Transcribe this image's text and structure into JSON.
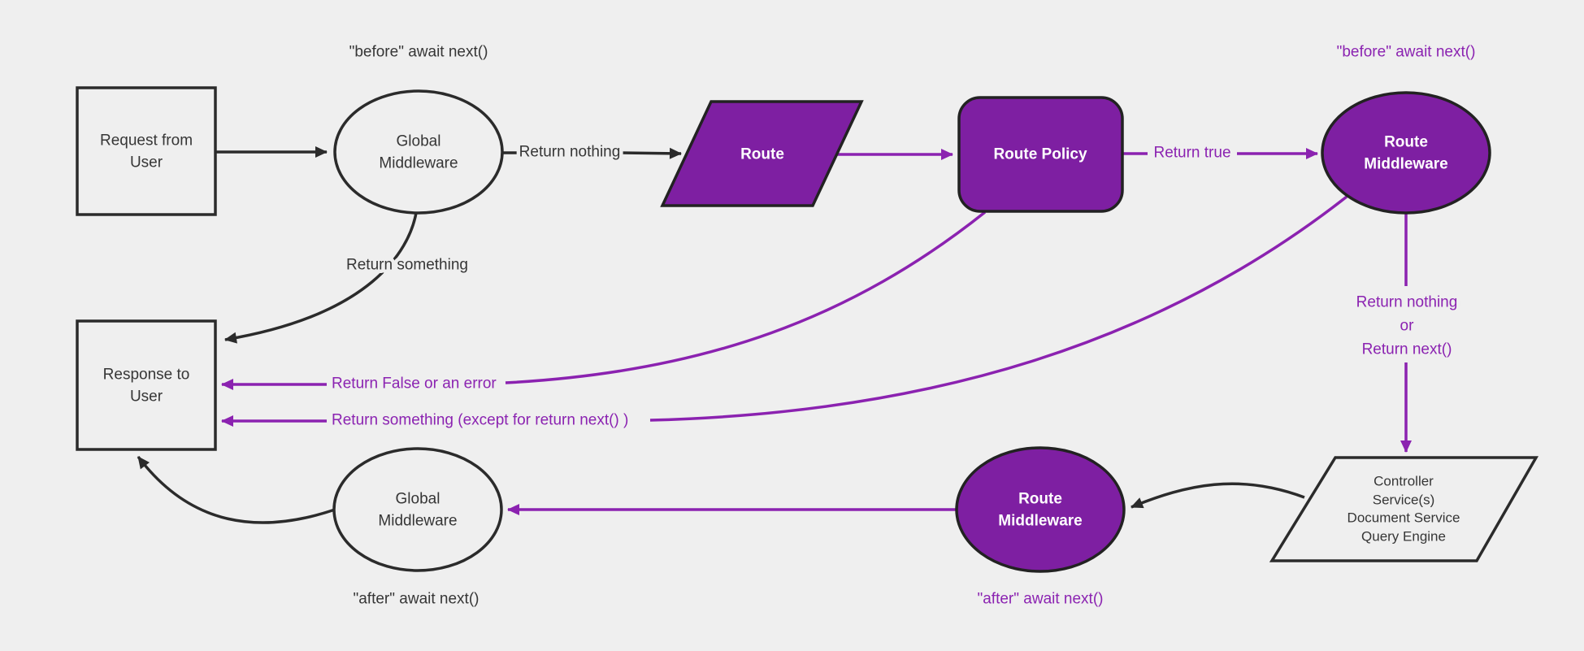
{
  "colors": {
    "background": "#efefef",
    "node_fill_purple": "#7e1fa2",
    "node_fill_light": "#efefef",
    "stroke_dark": "#2b2b2b",
    "stroke_purple": "#8b22b0",
    "text_dark": "#363636",
    "text_light": "#ffffff",
    "text_purple": "#8b23b1"
  },
  "diagram": {
    "nodes": {
      "request": {
        "lines": [
          "Request from",
          "User"
        ]
      },
      "global_middleware_top": {
        "lines": [
          "Global",
          "Middleware"
        ]
      },
      "route": {
        "lines": [
          "Route"
        ]
      },
      "route_policy": {
        "lines": [
          "Route Policy"
        ]
      },
      "route_middleware_top": {
        "lines": [
          "Route",
          "Middleware"
        ]
      },
      "controller": {
        "lines": [
          "Controller",
          "Service(s)",
          "Document Service",
          "Query Engine"
        ]
      },
      "route_middleware_bottom": {
        "lines": [
          "Route",
          "Middleware"
        ]
      },
      "global_middleware_bottom": {
        "lines": [
          "Global",
          "Middleware"
        ]
      },
      "response": {
        "lines": [
          "Response to",
          "User"
        ]
      }
    },
    "edge_labels": {
      "before_top": "\"before\" await next()",
      "return_nothing": "Return nothing",
      "return_true": "Return true",
      "before_right": "\"before\" await next()",
      "return_nothing_or": {
        "lines": [
          "Return nothing",
          "or",
          "Return next()"
        ]
      },
      "return_false": "Return False or an error",
      "return_something_except": "Return something (except for return next() )",
      "return_something": "Return something",
      "after_left": "\"after\" await next()",
      "after_mid": "\"after\" await next()"
    }
  }
}
